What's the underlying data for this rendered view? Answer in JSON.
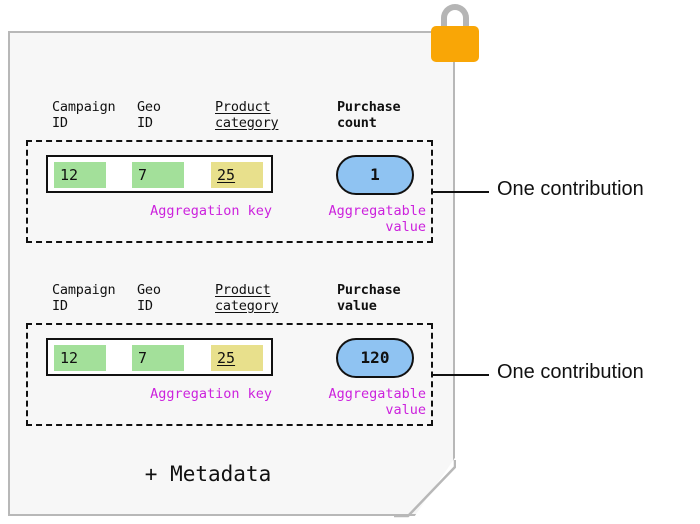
{
  "diagram": {
    "card": {
      "lock_icon": "padlock-icon",
      "lock_body_color": "#f9a606",
      "lock_shackle_color": "#b5b5b5",
      "background_color": "#f7f7f7",
      "metadata_label": "+ Metadata"
    },
    "colors": {
      "aggregation_key_cell_green": "#a3e09a",
      "aggregation_key_cell_yellow": "#e8e08c",
      "aggregatable_value_pill_blue": "#8fc3f2",
      "annotation_magenta": "#cc22dd",
      "outline_black": "#111111"
    },
    "annotations": {
      "aggregation_key": "Aggregation key",
      "aggregatable_value": "Aggregatable\nvalue",
      "callout": "One contribution"
    },
    "contributions": [
      {
        "headers": {
          "campaign": "Campaign\nID",
          "geo": "Geo\nID",
          "product": "Product\ncategory",
          "measure": "Purchase\ncount"
        },
        "key_cells": [
          "12",
          "7",
          "25"
        ],
        "value": "1",
        "callout": "One contribution"
      },
      {
        "headers": {
          "campaign": "Campaign\nID",
          "geo": "Geo\nID",
          "product": "Product\ncategory",
          "measure": "Purchase\nvalue"
        },
        "key_cells": [
          "12",
          "7",
          "25"
        ],
        "value": "120",
        "callout": "One contribution"
      }
    ]
  }
}
